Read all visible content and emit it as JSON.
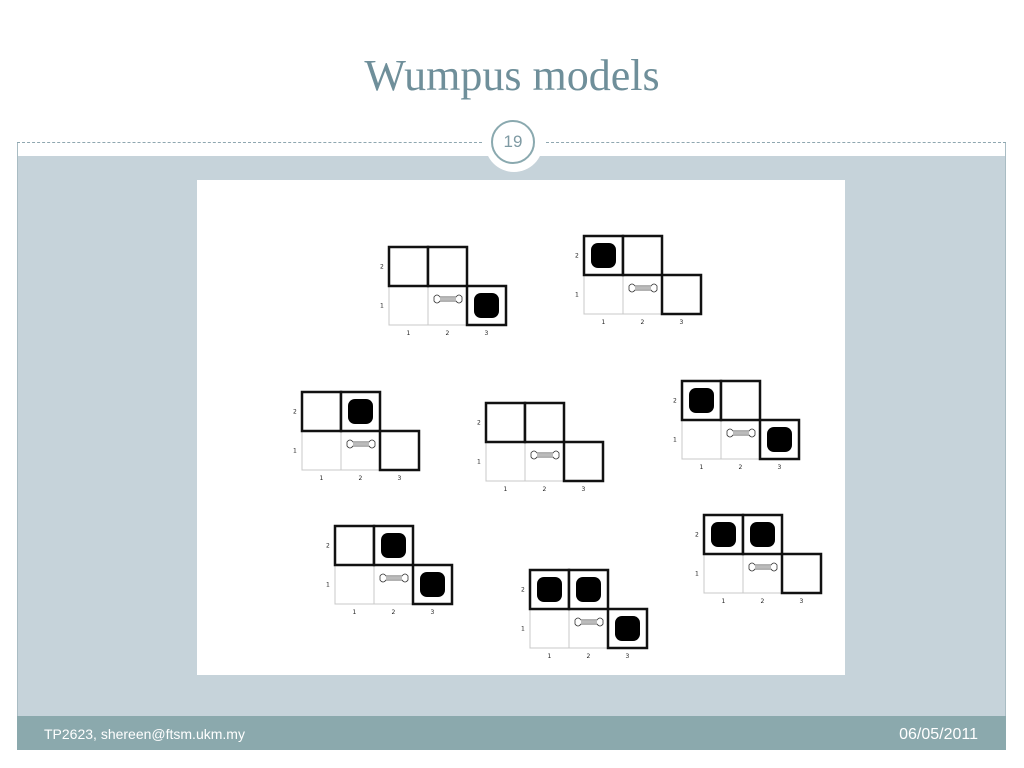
{
  "slide": {
    "title": "Wumpus models",
    "page_number": "19",
    "footer_left": "TP2623, shereen@ftsm.ukm.my",
    "footer_right": "06/05/2011"
  },
  "figure": {
    "cell_label_text": "",
    "row_labels": [
      "2",
      "1"
    ],
    "col_labels": [
      "1",
      "2",
      "3"
    ],
    "models": [
      {
        "pits": [
          false,
          false,
          true
        ]
      },
      {
        "pits": [
          true,
          false,
          false
        ]
      },
      {
        "pits": [
          false,
          true,
          false
        ]
      },
      {
        "pits": [
          false,
          false,
          false
        ]
      },
      {
        "pits": [
          true,
          false,
          true
        ]
      },
      {
        "pits": [
          false,
          true,
          true
        ]
      },
      {
        "pits": [
          true,
          true,
          true
        ]
      },
      {
        "pits": [
          true,
          true,
          false
        ]
      }
    ]
  }
}
